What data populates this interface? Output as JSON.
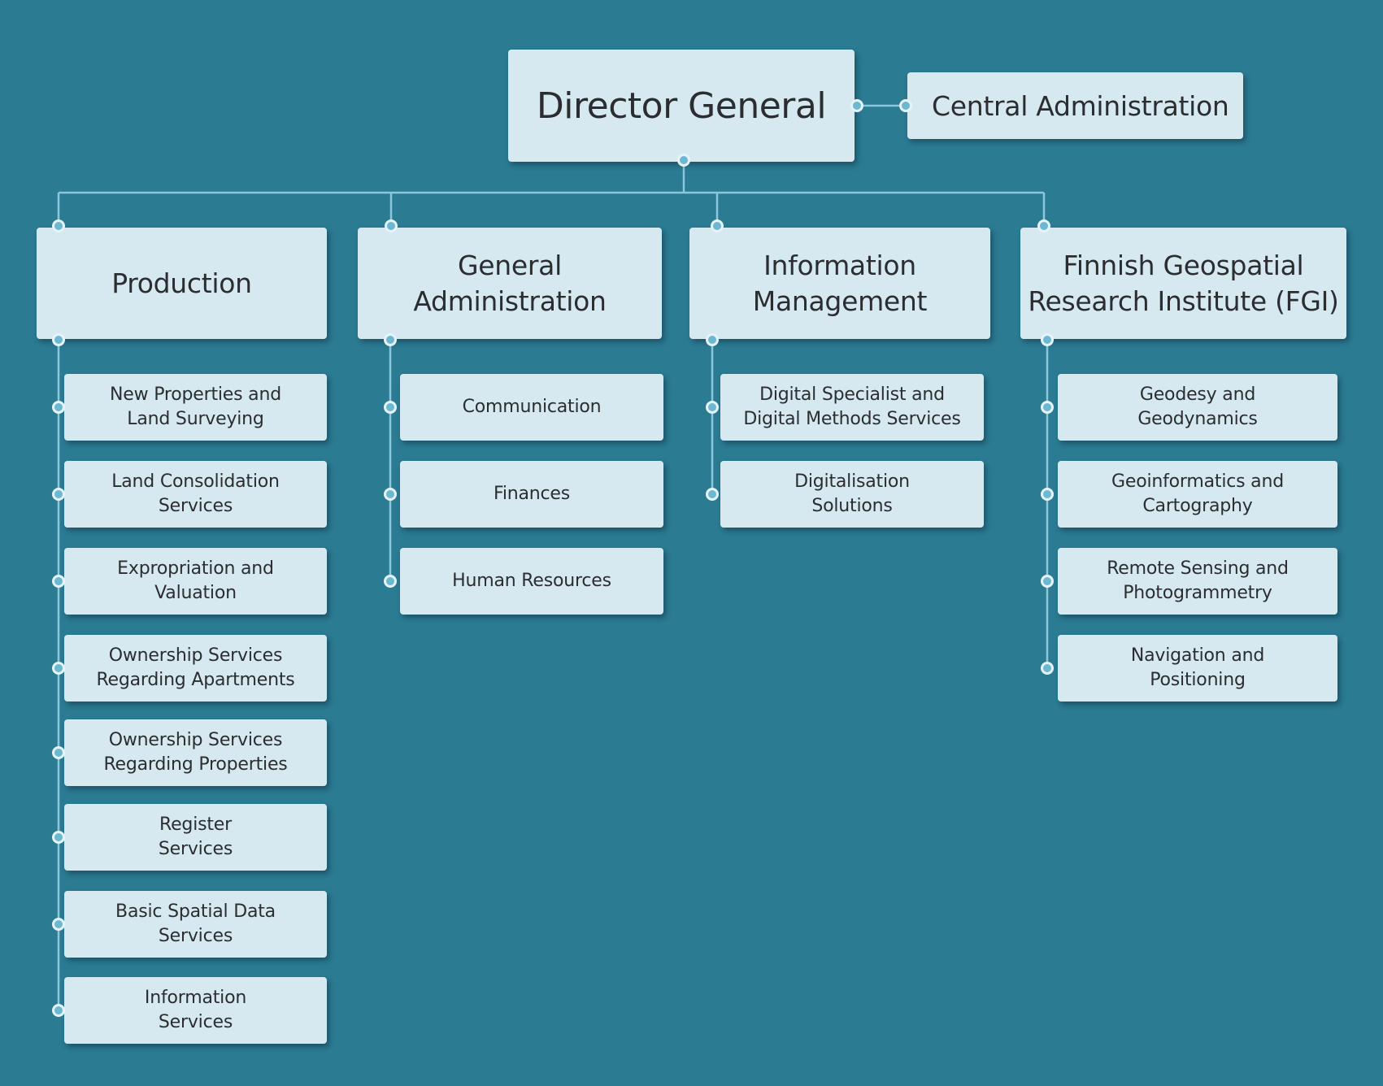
{
  "director": "Director General",
  "central_admin": "Central Administration",
  "departments": [
    {
      "title": "Production",
      "units": [
        "New Properties and\nLand Surveying",
        "Land Consolidation\nServices",
        "Expropriation and\nValuation",
        "Ownership Services\nRegarding Apartments",
        "Ownership Services\nRegarding  Properties",
        "Register\nServices",
        "Basic Spatial Data\nServices",
        "Information\nServices"
      ]
    },
    {
      "title": "General\nAdministration",
      "units": [
        "Communication",
        "Finances",
        "Human Resources"
      ]
    },
    {
      "title": "Information\nManagement",
      "units": [
        "Digital Specialist and\nDigital Methods Services",
        "Digitalisation\nSolutions"
      ]
    },
    {
      "title": "Finnish Geospatial\nResearch Institute (FGI)",
      "units": [
        "Geodesy and\nGeodynamics",
        "Geoinformatics and\nCartography",
        "Remote Sensing and\nPhotogrammetry",
        "Navigation and\nPositioning"
      ]
    }
  ],
  "colors": {
    "background": "#2b7b93",
    "box": "#d6e9f1",
    "connector": "#8cc6da",
    "dot": "#6cb7d1",
    "text": "#2b2d31"
  }
}
